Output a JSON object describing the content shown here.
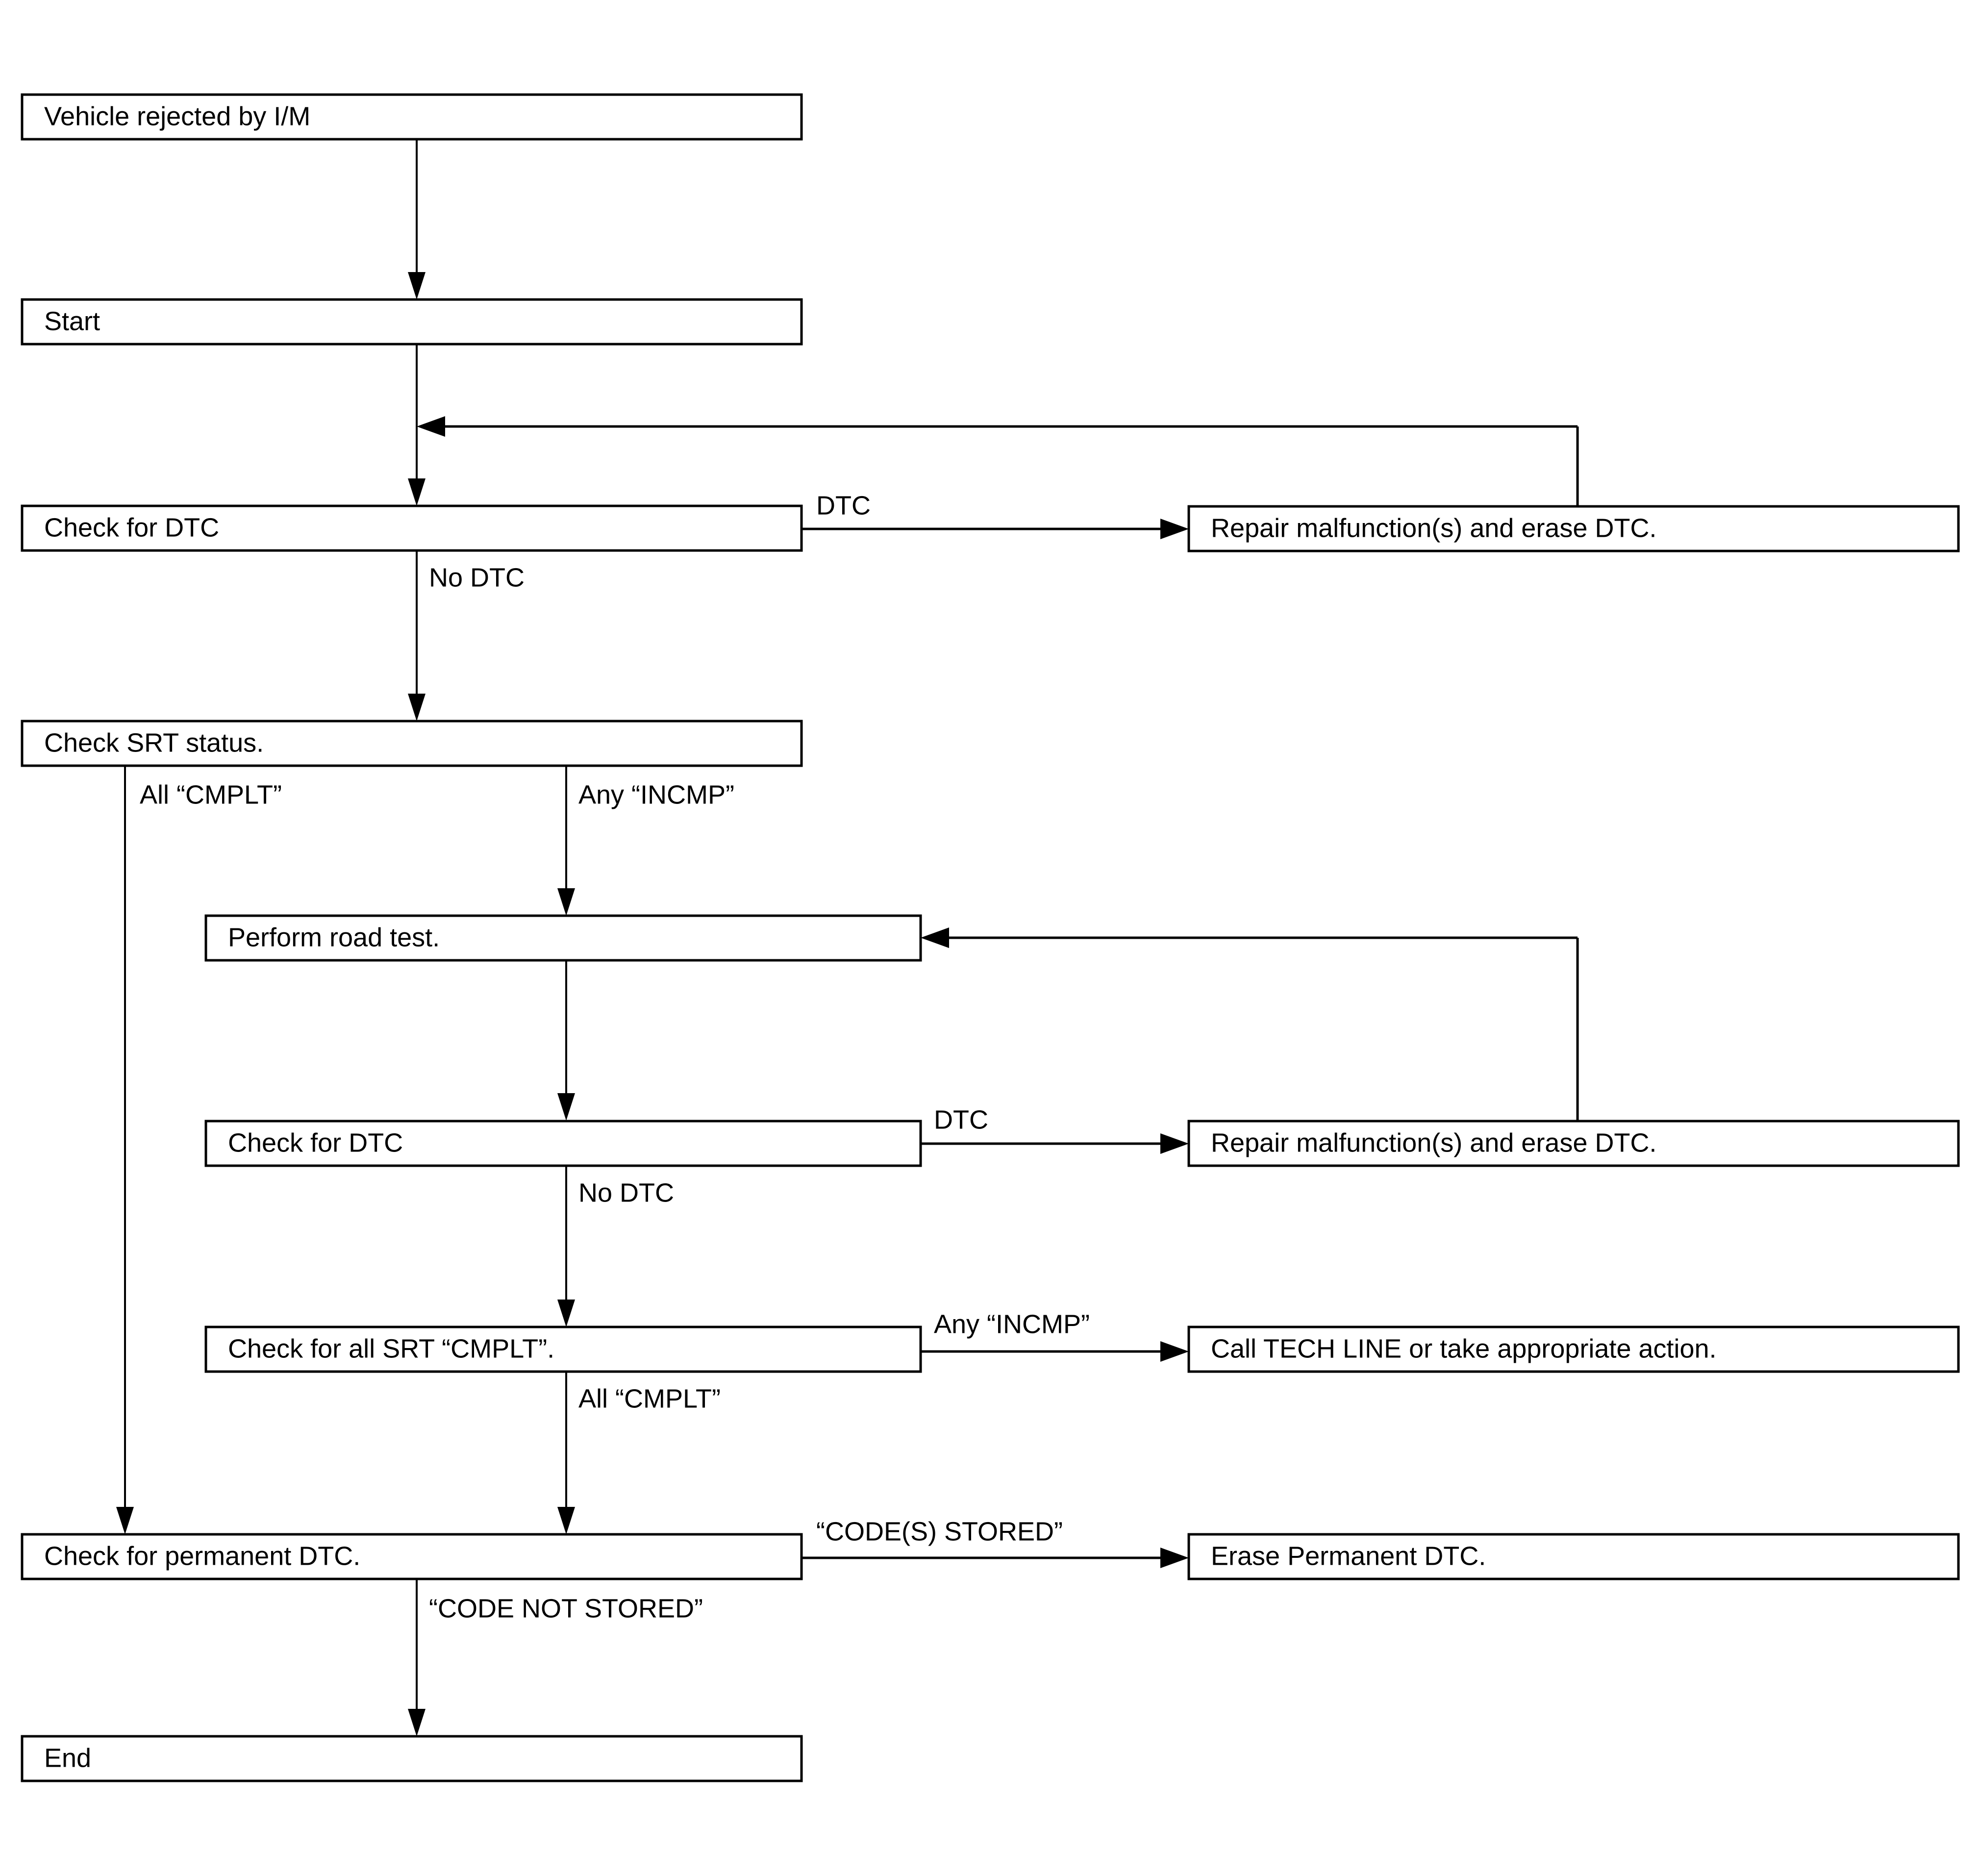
{
  "diagram": {
    "title": "I/M Readiness Verification Flowchart",
    "type": "flowchart",
    "background_color": "#ffffff",
    "line_color": "#000000",
    "text_color": "#000000",
    "nodes": [
      {
        "id": "vehicle-rejected",
        "label": "Vehicle rejected by I/M"
      },
      {
        "id": "start",
        "label": "Start"
      },
      {
        "id": "check-for-dtc-1",
        "label": "Check for DTC"
      },
      {
        "id": "repair-malfunctions-1",
        "label": "Repair malfunction(s) and erase DTC."
      },
      {
        "id": "check-srt-status",
        "label": "Check SRT status."
      },
      {
        "id": "perform-road-test",
        "label": "Perform road test."
      },
      {
        "id": "check-for-dtc-2",
        "label": "Check for DTC"
      },
      {
        "id": "repair-malfunctions-2",
        "label": "Repair malfunction(s) and erase DTC."
      },
      {
        "id": "check-all-srt-cmplt",
        "label": "Check for all SRT “CMPLT”."
      },
      {
        "id": "call-tech-line",
        "label": "Call TECH LINE or take appropriate action."
      },
      {
        "id": "check-permanent-dtc",
        "label": "Check for permanent DTC."
      },
      {
        "id": "erase-permanent-dtc",
        "label": "Erase Permanent DTC."
      },
      {
        "id": "end",
        "label": "End"
      }
    ],
    "edge_labels": [
      {
        "id": "dtc-1",
        "label": "DTC"
      },
      {
        "id": "no-dtc-1",
        "label": "No DTC"
      },
      {
        "id": "all-cmplt-1",
        "label": "All “CMPLT”"
      },
      {
        "id": "any-incmp-1",
        "label": "Any “INCMP”"
      },
      {
        "id": "dtc-2",
        "label": "DTC"
      },
      {
        "id": "no-dtc-2",
        "label": "No DTC"
      },
      {
        "id": "any-incmp-2",
        "label": "Any “INCMP”"
      },
      {
        "id": "all-cmplt-2",
        "label": "All “CMPLT”"
      },
      {
        "id": "codes-stored",
        "label": "“CODE(S) STORED”"
      },
      {
        "id": "code-not-stored",
        "label": "“CODE NOT STORED”"
      }
    ]
  }
}
